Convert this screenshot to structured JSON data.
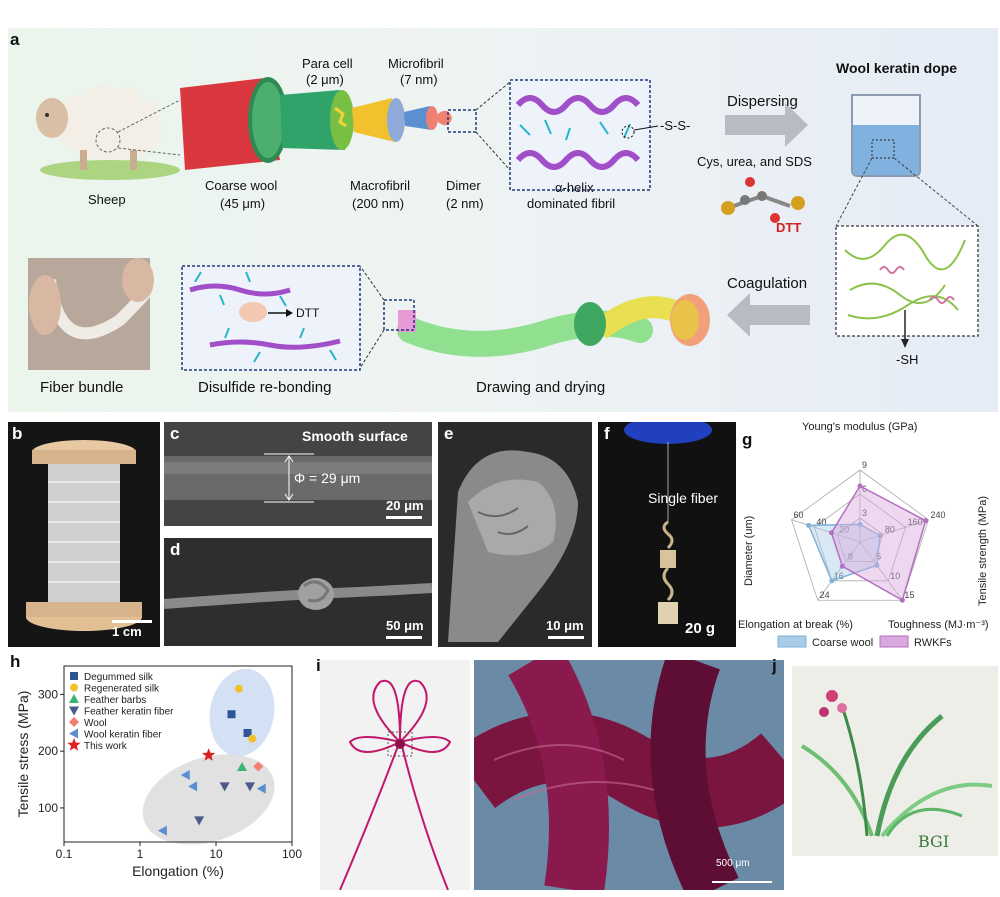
{
  "panel_labels": {
    "a": "a",
    "b": "b",
    "c": "c",
    "d": "d",
    "e": "e",
    "f": "f",
    "g": "g",
    "h": "h",
    "i": "i",
    "j": "j"
  },
  "panel_a": {
    "sheep": "Sheep",
    "coarse_wool": "Coarse wool",
    "coarse_wool_size": "(45 μm)",
    "para_cell": "Para cell",
    "para_cell_size": "(2 μm)",
    "microfibril": "Microfibril",
    "microfibril_size": "(7 nm)",
    "macrofibril": "Macrofibril",
    "macrofibril_size": "(200 nm)",
    "dimer": "Dimer",
    "dimer_size": "(2 nm)",
    "alpha_helix_1": "α-helix",
    "alpha_helix_2": "dominated fibril",
    "ss": "-S-S-",
    "dispersing": "Dispersing",
    "reagents": "Cys, urea, and SDS",
    "dtt": "DTT",
    "dope_title": "Wool keratin dope",
    "coagulation": "Coagulation",
    "sh": "-SH",
    "fiber_bundle": "Fiber bundle",
    "disulfide": "Disulfide re-bonding",
    "dtt2": "DTT",
    "drawing": "Drawing and drying"
  },
  "panel_b": {
    "scale": "1 cm"
  },
  "panel_c": {
    "title": "Smooth surface",
    "diameter": "Φ = 29 μm",
    "scale": "20 μm"
  },
  "panel_d": {
    "scale": "50 μm"
  },
  "panel_e": {
    "scale": "10 μm"
  },
  "panel_f": {
    "single_fiber": "Single fiber",
    "weight": "20 g"
  },
  "panel_i": {
    "scale": "500 μm"
  },
  "panel_j": {
    "signature": "BGI"
  },
  "colors": {
    "coarse_wool": "#a9cde6",
    "rwkf": "#d9a8dd",
    "rwkf_line": "#b56ec1",
    "coarse_line": "#7fb3d9"
  },
  "chart_data": [
    {
      "type": "radar",
      "axes": [
        {
          "name": "Young's modulus (GPa)",
          "ticks": [
            "3",
            "6",
            "9"
          ],
          "max": 9
        },
        {
          "name": "Tensile strength (MPa)",
          "ticks": [
            "80",
            "160",
            "240"
          ],
          "max": 240
        },
        {
          "name": "Toughness (MJ·m⁻³)",
          "ticks": [
            "5",
            "10",
            "15"
          ],
          "max": 15
        },
        {
          "name": "Elongation at break (%)",
          "ticks": [
            "8",
            "16",
            "24"
          ],
          "max": 24
        },
        {
          "name": "Diameter (um)",
          "ticks": [
            "20",
            "40",
            "60"
          ],
          "max": 60
        }
      ],
      "series": [
        {
          "name": "Coarse wool",
          "values": [
            2.2,
            70,
            6,
            16,
            45
          ]
        },
        {
          "name": "RWKFs",
          "values": [
            7,
            230,
            15,
            10,
            25
          ]
        }
      ],
      "legend": "bottom"
    },
    {
      "type": "scatter",
      "xlabel": "Elongation (%)",
      "ylabel": "Tensile stress (MPa)",
      "xscale": "log",
      "xlim": [
        0.1,
        100
      ],
      "ylim": [
        40,
        350
      ],
      "xticks": [
        "0.1",
        "1",
        "10",
        "100"
      ],
      "yticks": [
        "100",
        "200",
        "300"
      ],
      "series": [
        {
          "name": "Degummed silk",
          "marker": "square",
          "color": "#2f5597",
          "points": [
            [
              16,
              265
            ],
            [
              26,
              232
            ]
          ]
        },
        {
          "name": "Regenerated silk",
          "marker": "circle",
          "color": "#f2c12e",
          "points": [
            [
              20,
              310
            ],
            [
              30,
              222
            ]
          ]
        },
        {
          "name": "Feather barbs",
          "marker": "triangle-up",
          "color": "#3cb371",
          "points": [
            [
              22,
              172
            ]
          ]
        },
        {
          "name": "Feather keratin fiber",
          "marker": "triangle-down",
          "color": "#4b5a8a",
          "points": [
            [
              13,
              138
            ],
            [
              6,
              78
            ],
            [
              28,
              138
            ]
          ]
        },
        {
          "name": "Wool",
          "marker": "diamond",
          "color": "#f08070",
          "points": [
            [
              36,
              173
            ]
          ]
        },
        {
          "name": "Wool keratin fiber",
          "marker": "triangle-left",
          "color": "#5b8fd0",
          "points": [
            [
              4,
              158
            ],
            [
              2,
              60
            ],
            [
              5,
              138
            ],
            [
              40,
              134
            ]
          ]
        },
        {
          "name": "This work",
          "marker": "star",
          "color": "#e02020",
          "points": [
            [
              8,
              193
            ]
          ]
        }
      ],
      "legend": "top-left"
    }
  ]
}
